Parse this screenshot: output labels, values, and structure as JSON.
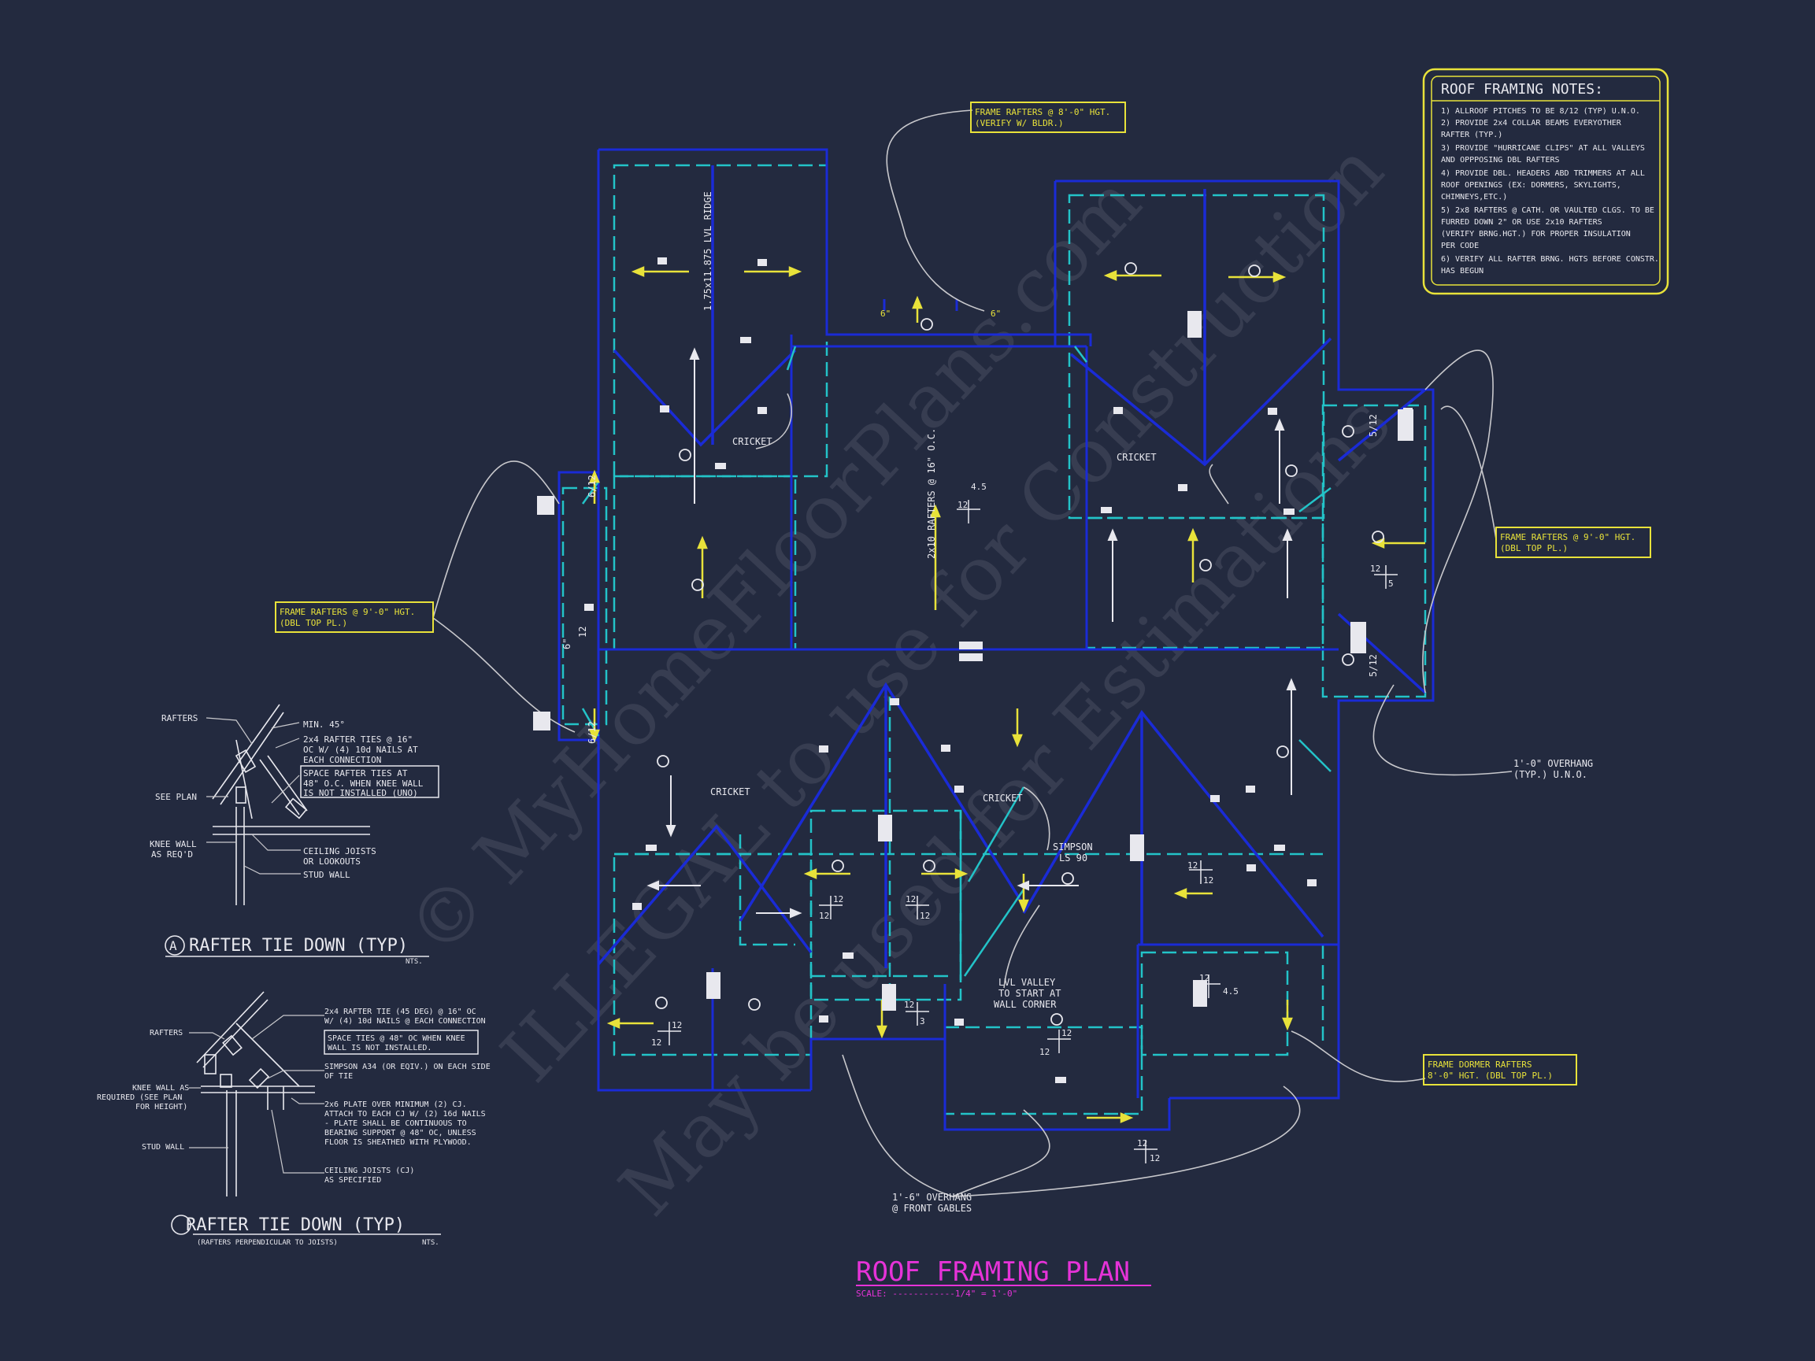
{
  "colors": {
    "background": "#232a3f",
    "wall_blue": "#1a2bd6",
    "dash_cyan": "#23c3c8",
    "note_yellow": "#e8e23a",
    "title_magenta": "#e633d8",
    "text_white": "#e8e8ee",
    "leader_gray": "#c8c8cc"
  },
  "title": {
    "main": "ROOF FRAMING PLAN",
    "scale": "SCALE: ------------1/4\" = 1'-0\""
  },
  "notes": {
    "heading": "ROOF FRAMING NOTES:",
    "lines": [
      "1) ALLROOF PITCHES TO BE  8/12 (TYP) U.N.O.",
      "2) PROVIDE 2x4 COLLAR BEAMS EVERYOTHER",
      "    RAFTER (TYP.)",
      "3) PROVIDE \"HURRICANE CLIPS\" AT ALL VALLEYS",
      "    AND OPPPOSING DBL RAFTERS",
      "4) PROVIDE DBL. HEADERS ABD TRIMMERS AT ALL",
      "    ROOF OPENINGS (EX: DORMERS, SKYLIGHTS,",
      "    CHIMNEYS,ETC.)",
      "5) 2x8 RAFTERS @ CATH. OR VAULTED CLGS. TO BE",
      "    FURRED DOWN 2\" OR USE 2x10 RAFTERS",
      "    (VERIFY BRNG.HGT.) FOR PROPER INSULATION",
      "    PER CODE",
      "6) VERIFY ALL RAFTER BRNG. HGTS BEFORE CONSTR.",
      "    HAS BEGUN"
    ]
  },
  "callouts": {
    "top": [
      "FRAME RAFTERS @ 8'-0\" HGT.",
      "(VERIFY W/ BLDR.)"
    ],
    "left": [
      "FRAME RAFTERS @ 9'-0\" HGT.",
      "(DBL TOP PL.)"
    ],
    "right": [
      "FRAME RAFTERS @ 9'-0\" HGT.",
      "(DBL TOP PL.)"
    ],
    "dormer": [
      "FRAME DORMER RAFTERS",
      "8'-0\" HGT. (DBL TOP PL.)"
    ]
  },
  "plan_labels": {
    "ridge": "1.75x11.875 LVL RIDGE",
    "rafters": "2x10 RAFTERS @ 16\" O.C.",
    "cricket": "CRICKET",
    "simpson": [
      "SIMPSON",
      "LS 90"
    ],
    "lvl_valley": [
      "LVL VALLEY",
      "TO START AT",
      "WALL CORNER"
    ],
    "overhang_side": [
      "1'-0\" OVERHANG",
      "(TYP.) U.N.O."
    ],
    "overhang_front": [
      "1'-6\" OVERHANG",
      "@ FRONT GABLES"
    ],
    "pitch_12": "12",
    "pitch_45": "4.5",
    "pitch_5": "5",
    "pitch_3": "3",
    "pitch_512": "5/12",
    "pitch_612": "6/12",
    "dim_6": "6\""
  },
  "detail_a": {
    "title": "RAFTER TIE DOWN (TYP)",
    "marker": "A",
    "nts": "NTS.",
    "labels": {
      "rafters": "RAFTERS",
      "min": "MIN. 45°",
      "ties": [
        "2x4 RAFTER TIES @ 16\"",
        "OC W/ (4) 10d NAILS AT",
        "EACH CONNECTION"
      ],
      "space": [
        "SPACE RAFTER TIES AT",
        "48\" O.C. WHEN KNEE WALL",
        "IS NOT INSTALLED (UNO)"
      ],
      "see_plan": "SEE PLAN",
      "knee": [
        "KNEE WALL",
        "AS REQ'D"
      ],
      "ceiling": [
        "CEILING JOISTS",
        "OR LOOKOUTS"
      ],
      "stud": "STUD WALL"
    }
  },
  "detail_b": {
    "title": "RAFTER TIE DOWN (TYP)",
    "subtitle": "(RAFTERS PERPENDICULAR TO JOISTS)",
    "nts": "NTS.",
    "labels": {
      "ties": [
        "2x4 RAFTER TIE (45 DEG) @ 16\" OC",
        "W/ (4) 10d NAILS @ EACH CONNECTION"
      ],
      "space": [
        "SPACE TIES @ 48\" OC WHEN KNEE",
        "WALL IS NOT INSTALLED."
      ],
      "simpson": [
        "SIMPSON A34 (OR EQIV.) ON EACH SIDE",
        "OF TIE"
      ],
      "rafters": "RAFTERS",
      "knee": [
        "KNEE WALL AS",
        "REQUIRED (SEE PLAN",
        "FOR HEIGHT)"
      ],
      "plate": [
        "2x6 PLATE OVER MINIMUM (2) CJ.",
        "ATTACH TO EACH CJ W/ (2) 16d NAILS",
        "- PLATE SHALL BE CONTINUOUS TO",
        "BEARING SUPPORT @ 48\" OC, UNLESS",
        "FLOOR IS SHEATHED WITH PLYWOOD."
      ],
      "stud": "STUD WALL",
      "ceiling": [
        "CEILING JOISTS (CJ)",
        "AS SPECIFIED"
      ]
    }
  },
  "watermark": [
    "© MyHomeFloorPlans.com",
    "ILLEGAL to use for Construction",
    "May be used for Estimations"
  ]
}
